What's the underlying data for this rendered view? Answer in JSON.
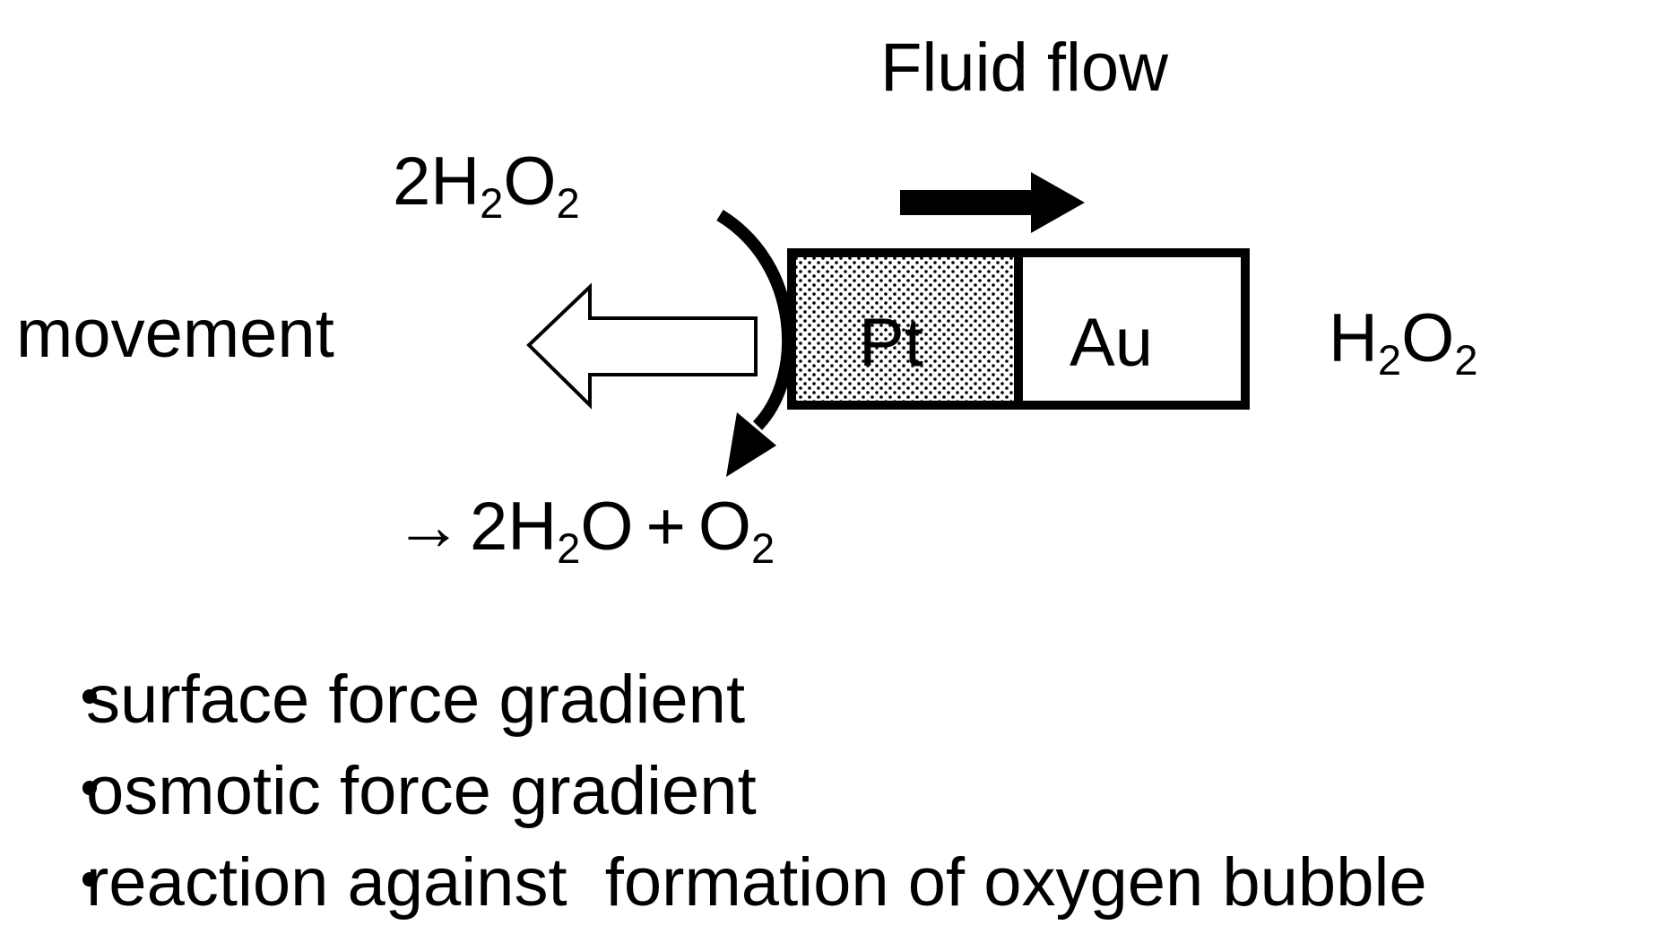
{
  "labels": {
    "fluid_flow": "Fluid flow",
    "movement": "movement",
    "pt": "Pt",
    "au": "Au"
  },
  "reactant_left": {
    "coef": "2",
    "h": "H",
    "h_sub": "2",
    "o": "O",
    "o_sub": "2"
  },
  "reactant_right": {
    "h": "H",
    "h_sub": "2",
    "o": "O",
    "o_sub": "2"
  },
  "products": {
    "arrow": "→",
    "coef": "2",
    "h": "H",
    "h_sub": "2",
    "o": "O",
    "plus": "+",
    "o2": "O",
    "o2_sub": "2"
  },
  "bullets": [
    {
      "mark": "・",
      "text": "surface force gradient"
    },
    {
      "mark": "・",
      "text": "osmotic force gradient"
    },
    {
      "mark": "・",
      "text": "reaction against  formation of oxygen bubble"
    }
  ],
  "icons": {
    "flow_arrow": "solid-right-arrow-icon",
    "movement_arrow": "hollow-left-arrow-icon",
    "reaction_arrow": "curved-arrow-icon"
  }
}
